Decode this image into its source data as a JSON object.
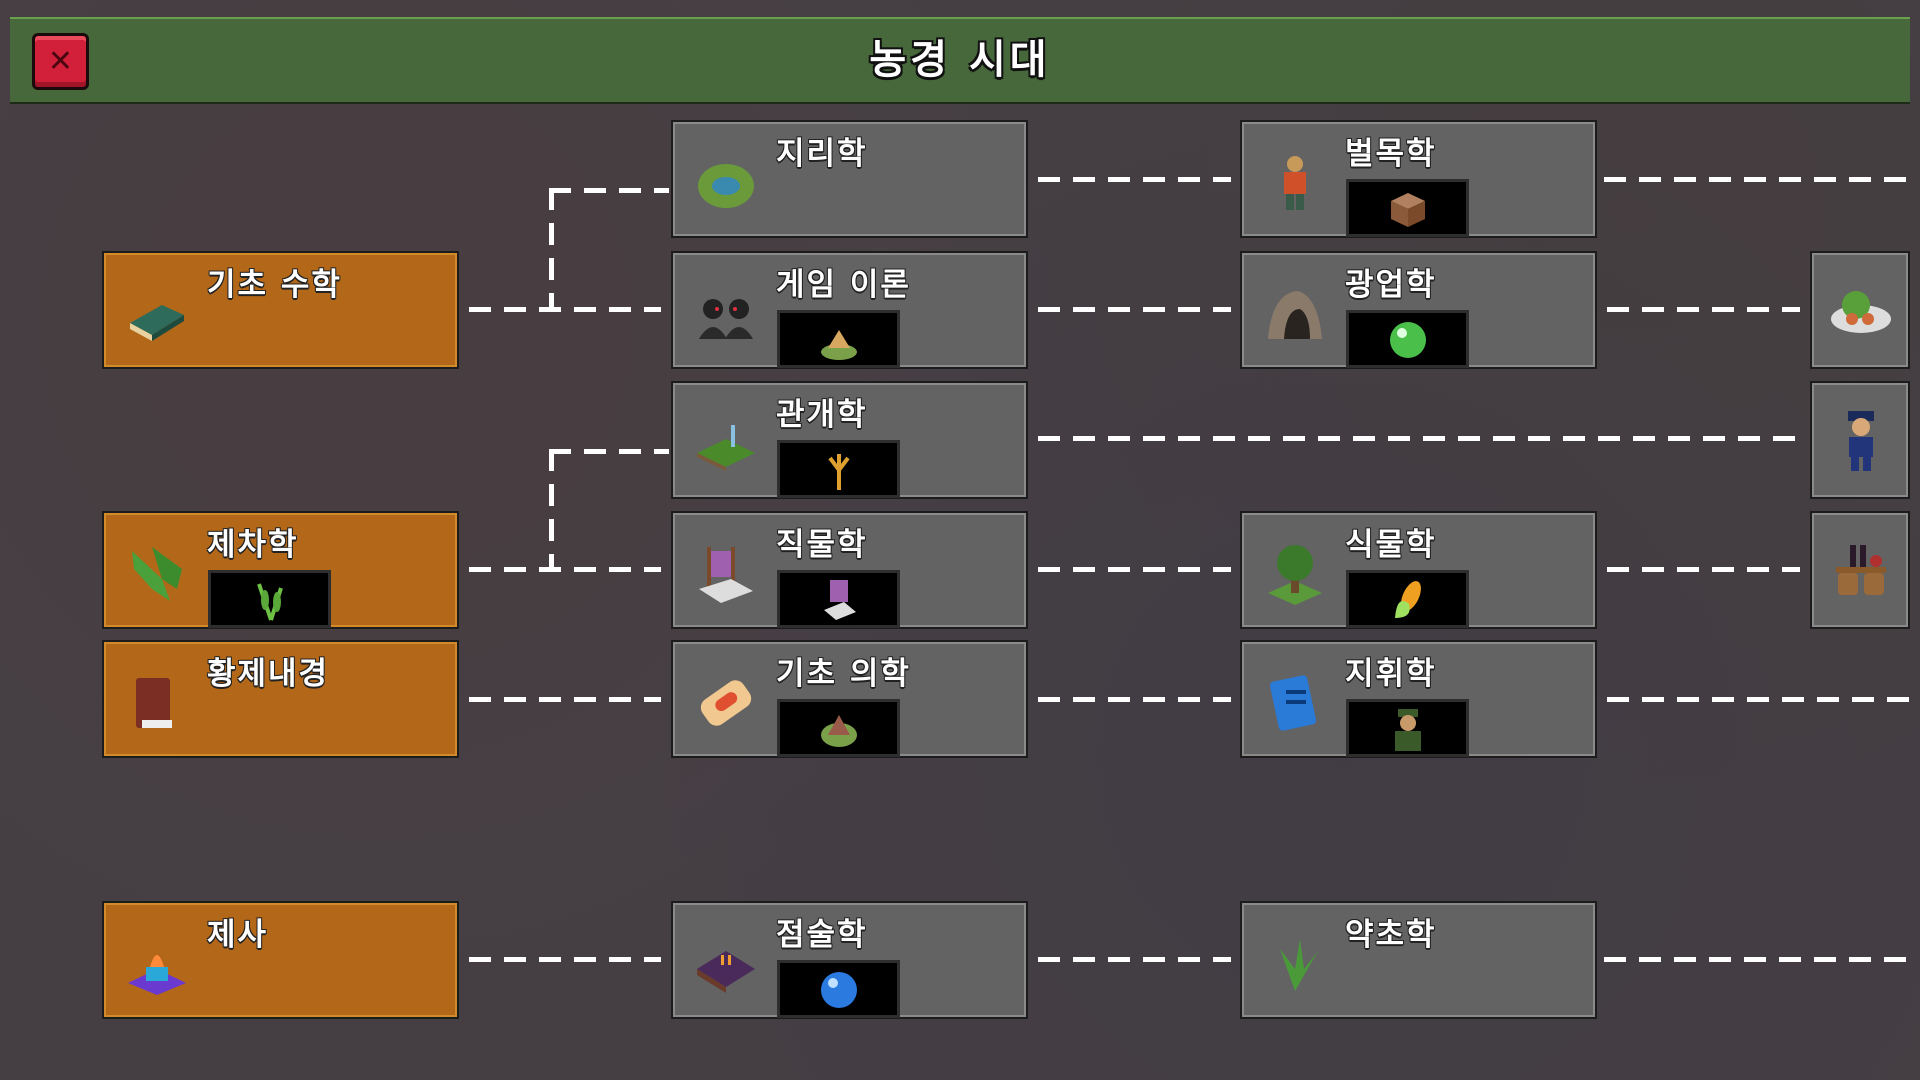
{
  "header": {
    "title": "농경 시대",
    "close_label": "✕"
  },
  "nodes": {
    "basic_math": {
      "title": "기초 수학",
      "status": "researched",
      "icon": "book-icon"
    },
    "tea_study": {
      "title": "제차학",
      "status": "researched",
      "icon": "tea-leaf-icon",
      "reward_icon": "tea-sprig-icon"
    },
    "huangdi_neijing": {
      "title": "황제내경",
      "status": "researched",
      "icon": "red-book-icon"
    },
    "rites": {
      "title": "제사",
      "status": "researched",
      "icon": "altar-fire-icon"
    },
    "geography": {
      "title": "지리학",
      "status": "locked",
      "icon": "island-icon"
    },
    "game_theory": {
      "title": "게임 이론",
      "status": "locked",
      "icon": "figures-icon",
      "reward_icon": "hut-icon"
    },
    "irrigation": {
      "title": "관개학",
      "status": "locked",
      "icon": "irrigated-field-icon",
      "reward_icon": "wheat-icon"
    },
    "textiles": {
      "title": "직물학",
      "status": "locked",
      "icon": "loom-icon",
      "reward_icon": "loom-icon"
    },
    "basic_medicine": {
      "title": "기초 의학",
      "status": "locked",
      "icon": "pill-icon",
      "reward_icon": "clinic-icon"
    },
    "divination": {
      "title": "점술학",
      "status": "locked",
      "icon": "divination-book-icon",
      "reward_icon": "crystal-ball-icon"
    },
    "forestry": {
      "title": "벌목학",
      "status": "locked",
      "icon": "lumberjack-icon",
      "reward_icon": "wood-crate-icon"
    },
    "mining": {
      "title": "광업학",
      "status": "locked",
      "icon": "mine-icon",
      "reward_icon": "green-orb-icon"
    },
    "botany": {
      "title": "식물학",
      "status": "locked",
      "icon": "tree-icon",
      "reward_icon": "corn-icon"
    },
    "command": {
      "title": "지휘학",
      "status": "locked",
      "icon": "blue-book-icon",
      "reward_icon": "general-icon"
    },
    "herbalism": {
      "title": "약초학",
      "status": "locked",
      "icon": "herb-icon"
    },
    "cuisine": {
      "status": "locked",
      "icon": "food-plate-icon"
    },
    "police": {
      "status": "locked",
      "icon": "police-officer-icon"
    },
    "trade": {
      "status": "locked",
      "icon": "market-stall-icon"
    }
  },
  "colors": {
    "header": "#46683a",
    "researched": "#b36718",
    "locked": "#636363",
    "close": "#d21f3a"
  }
}
